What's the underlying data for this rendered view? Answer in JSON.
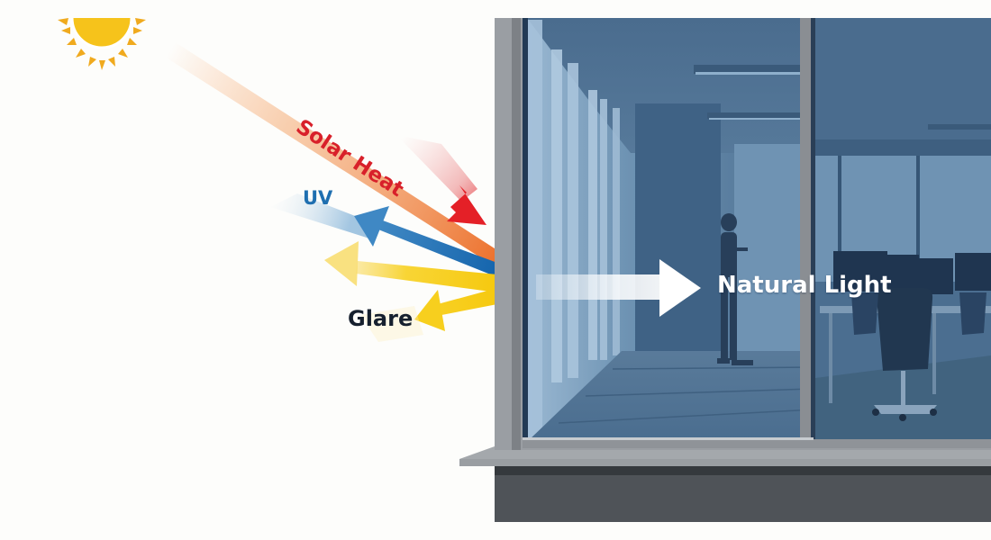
{
  "diagram": {
    "labels": {
      "solar_heat": "Solar Heat",
      "uv": "UV",
      "glare": "Glare",
      "natural_light": "Natural Light"
    },
    "icons": {
      "sun": "sun-icon",
      "solar_heat_arrow": "arrow-icon",
      "uv_arrow": "arrow-icon",
      "glare_arrow": "arrow-icon",
      "natural_light_arrow": "arrow-icon"
    },
    "colors": {
      "background": "#fdfdfb",
      "sun": "#f6c31b",
      "sun_rays": "#f0aa1e",
      "solar_heat": "#e42027",
      "solar_beam": "#ee7a34",
      "uv": "#1f6fb0",
      "glare": "#f8d21c",
      "glass": "#4e7293",
      "frame": "#9a9ea3",
      "base": "#4f5358",
      "natural_light": "#ffffff"
    }
  }
}
